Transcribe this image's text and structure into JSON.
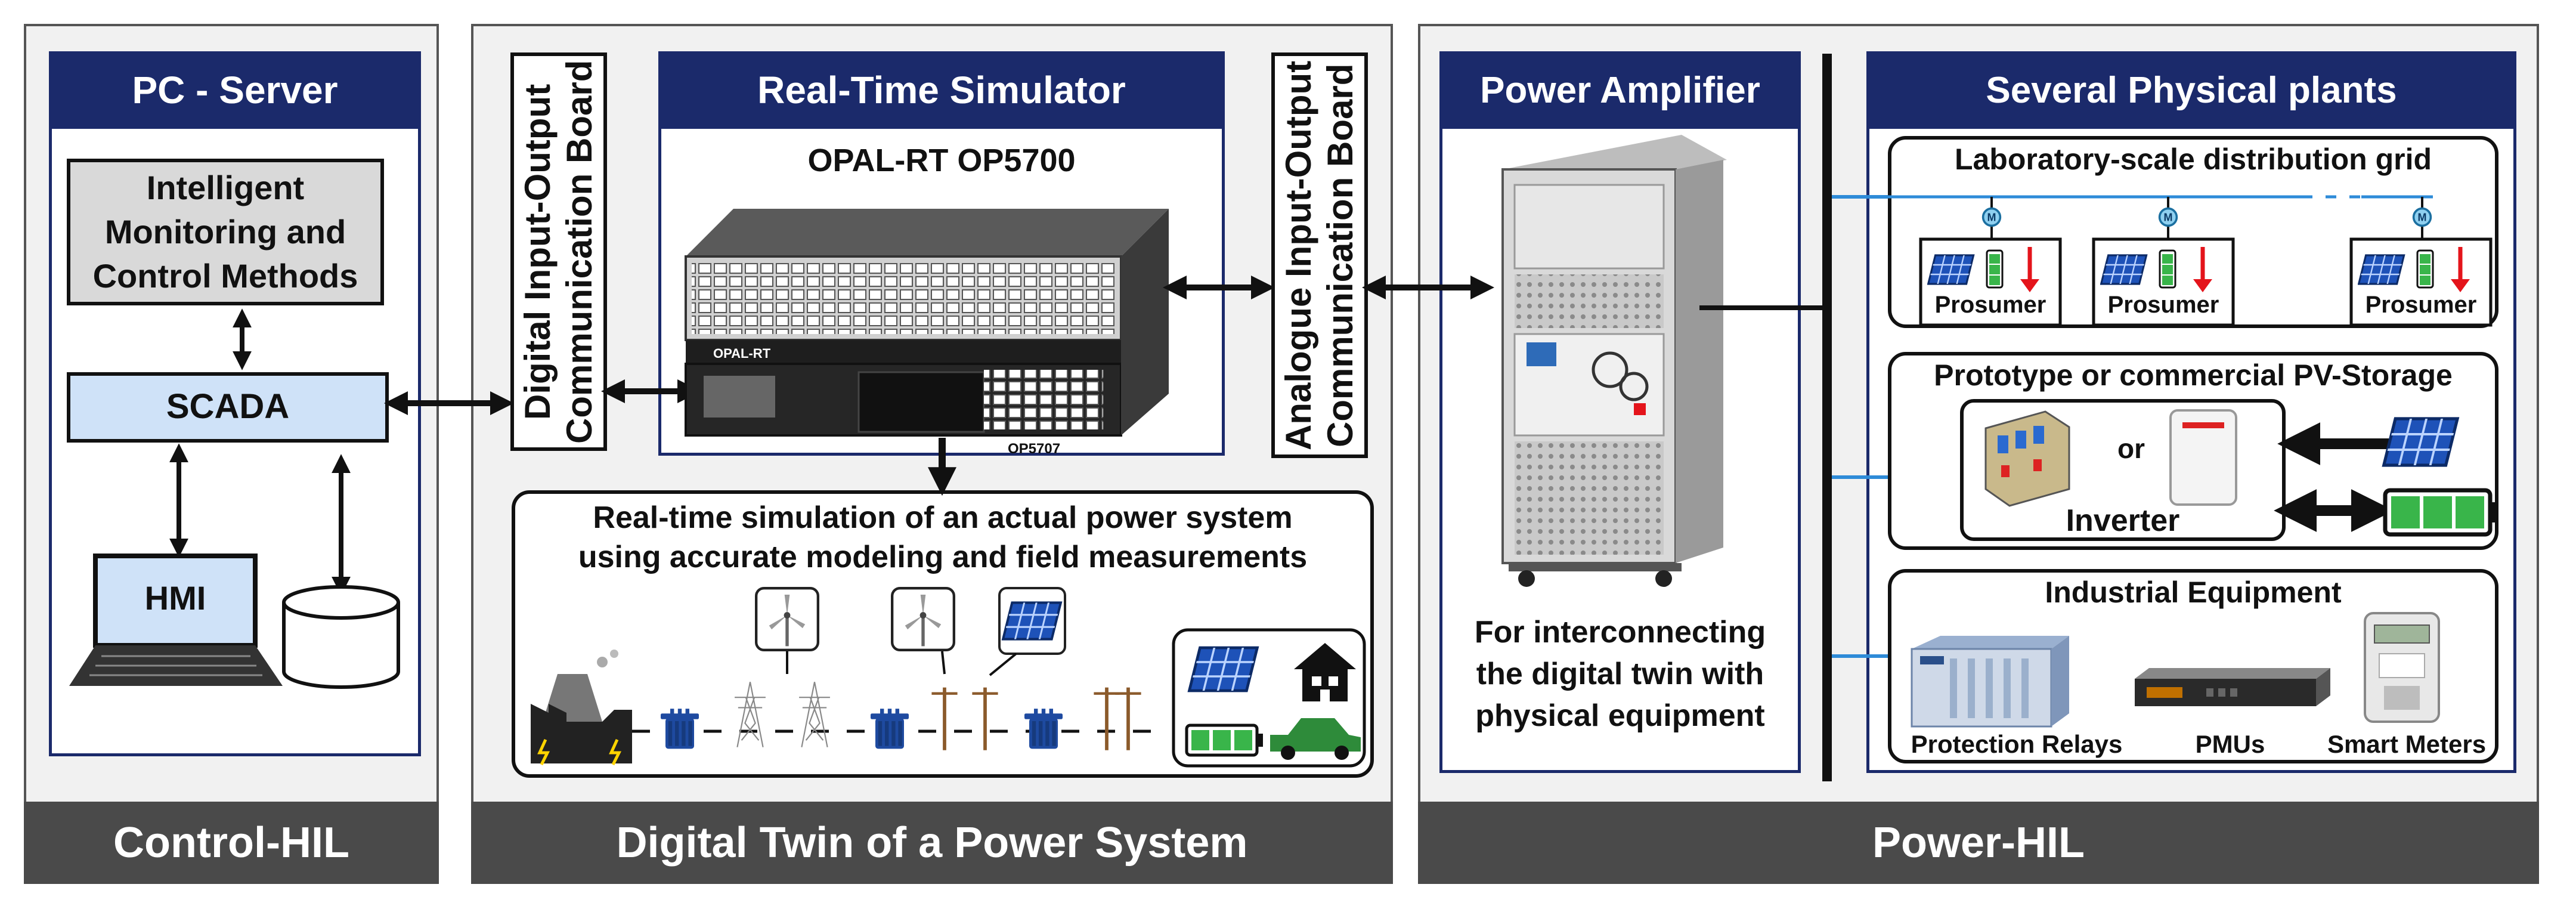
{
  "sections": {
    "control_hil": "Control-HIL",
    "digital_twin": "Digital Twin of a Power System",
    "power_hil": "Power-HIL"
  },
  "pc_server": {
    "title": "PC - Server",
    "methods": "Intelligent Monitoring and Control Methods",
    "scada": "SCADA",
    "hmi": "HMI"
  },
  "simulator": {
    "title": "Real-Time Simulator",
    "model": "OPAL-RT OP5700",
    "brand": "OPAL-RT",
    "unit_label": "OP5707",
    "digital_board": "Digital Input-Output Communication Board",
    "analogue_board": "Analogue Input-Output Communication Board"
  },
  "simulation": {
    "line1": "Real-time simulation of an actual power system",
    "line2": "using accurate modeling and field measurements"
  },
  "amplifier": {
    "title": "Power Amplifier",
    "line1": "For interconnecting",
    "line2": "the digital twin with",
    "line3": "physical equipment"
  },
  "plants": {
    "title": "Several Physical plants",
    "grid_title": "Laboratory-scale distribution grid",
    "prosumers": [
      "Prosumer",
      "Prosumer",
      "Prosumer"
    ],
    "pv_title": "Prototype or commercial PV-Storage",
    "or": "or",
    "inverter": "Inverter",
    "industrial_title": "Industrial Equipment",
    "equipment": [
      "Protection Relays",
      "PMUs",
      "Smart Meters"
    ]
  },
  "colors": {
    "navy": "#1b2a6b",
    "light_blue": "#cfe2f8",
    "panel_grey": "#f1f1f1",
    "footer_grey": "#4a4a4a",
    "battery_green": "#39b54a",
    "arrow_red": "#e4141b",
    "line_blue": "#2e8bd8"
  },
  "icons": [
    "wind-turbine-icon",
    "solar-panel-icon",
    "battery-icon",
    "house-icon",
    "car-icon",
    "factory-icon",
    "transformer-icon",
    "transmission-tower-icon",
    "utility-pole-icon",
    "laptop-icon",
    "database-icon",
    "down-arrow-icon",
    "meter-icon"
  ]
}
